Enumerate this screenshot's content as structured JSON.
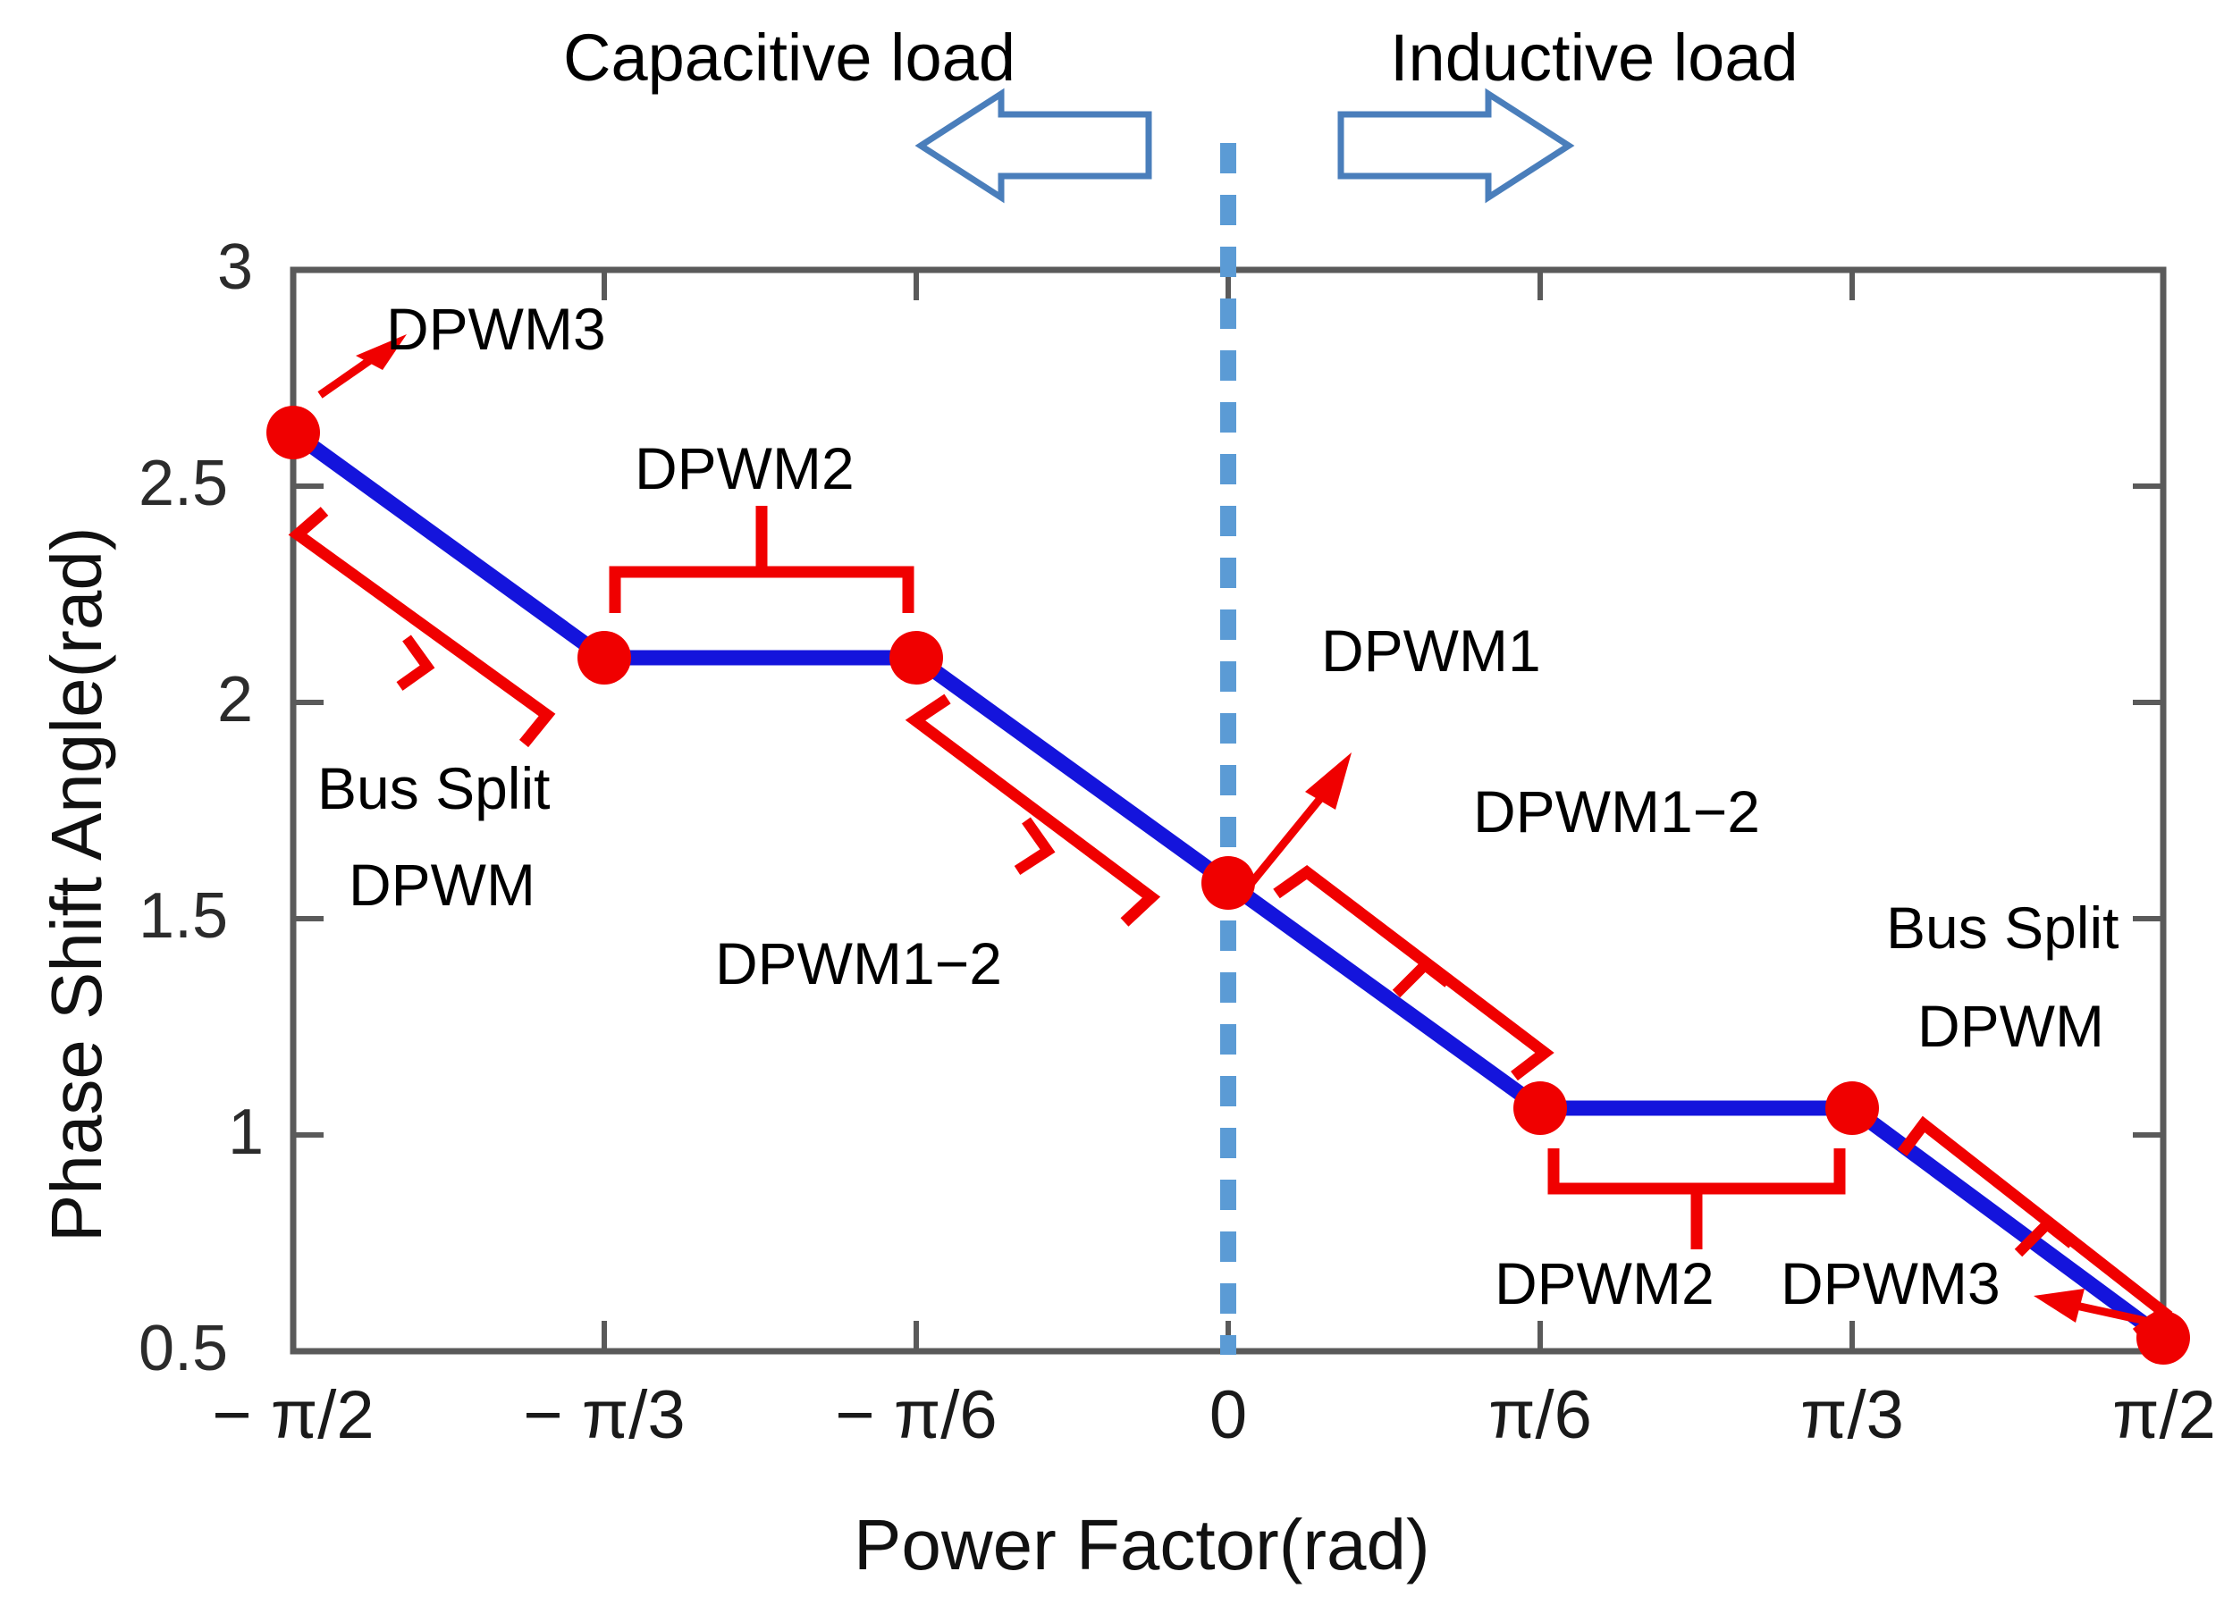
{
  "header": {
    "capacitive_label": "Capacitive load",
    "inductive_label": "Inductive load",
    "left_arrow_icon": "arrow-left-icon",
    "right_arrow_icon": "arrow-right-icon"
  },
  "chart_data": {
    "type": "line",
    "title": "",
    "xlabel": "Power Factor(rad)",
    "ylabel": "Phase Shift Angle(rad)",
    "xlim": [
      -1.5708,
      1.5708
    ],
    "ylim": [
      0.5,
      3
    ],
    "grid": false,
    "legend": "none",
    "x_tick_labels": [
      "− π/2",
      "− π/3",
      "− π/6",
      "0",
      "π/6",
      "π/3",
      "π/2"
    ],
    "x_tick_values": [
      -1.5708,
      -1.0472,
      -0.5236,
      0,
      0.5236,
      1.0472,
      1.5708
    ],
    "y_tick_labels": [
      "0.5",
      "1",
      "1.5",
      "2",
      "2.5",
      "3"
    ],
    "y_tick_values": [
      0.5,
      1,
      1.5,
      2,
      2.5,
      3
    ],
    "series": [
      {
        "name": "Phase Shift Angle",
        "color": "#1414dc",
        "marker_color": "#f00000",
        "x": [
          -1.5708,
          -1.0472,
          -0.5236,
          0,
          0.5236,
          1.0472,
          1.5708
        ],
        "values": [
          2.61,
          2.09,
          2.09,
          1.57,
          1.05,
          1.05,
          0.52
        ]
      }
    ],
    "reference_line": {
      "name": "zero-power-factor-divider",
      "x": 0,
      "style": "dashed",
      "color": "#5b9bd5"
    },
    "annotations": [
      {
        "id": "dpwm3-left",
        "text": "DPWM3",
        "kind": "arrow-callout"
      },
      {
        "id": "dpwm2-left",
        "text": "DPWM2",
        "kind": "brace"
      },
      {
        "id": "bus-split-left",
        "text": "Bus Split",
        "kind": "brace"
      },
      {
        "id": "bus-split-left2",
        "text": "DPWM",
        "kind": "brace"
      },
      {
        "id": "dpwm12-left",
        "text": "DPWM1−2",
        "kind": "brace"
      },
      {
        "id": "dpwm1-right",
        "text": "DPWM1",
        "kind": "arrow-callout"
      },
      {
        "id": "dpwm12-right",
        "text": "DPWM1−2",
        "kind": "brace"
      },
      {
        "id": "bus-split-right",
        "text": "Bus Split",
        "kind": "brace"
      },
      {
        "id": "bus-split-right2",
        "text": "DPWM",
        "kind": "brace"
      },
      {
        "id": "dpwm2-right",
        "text": "DPWM2",
        "kind": "brace"
      },
      {
        "id": "dpwm3-right",
        "text": "DPWM3",
        "kind": "arrow-callout"
      }
    ]
  },
  "colors": {
    "line": "#1414dc",
    "marker": "#f00000",
    "annotation": "#f00000",
    "divider": "#5b9bd5",
    "arrow_outline": "#4a7ebb",
    "axis": "#555555",
    "text": "#000000"
  }
}
